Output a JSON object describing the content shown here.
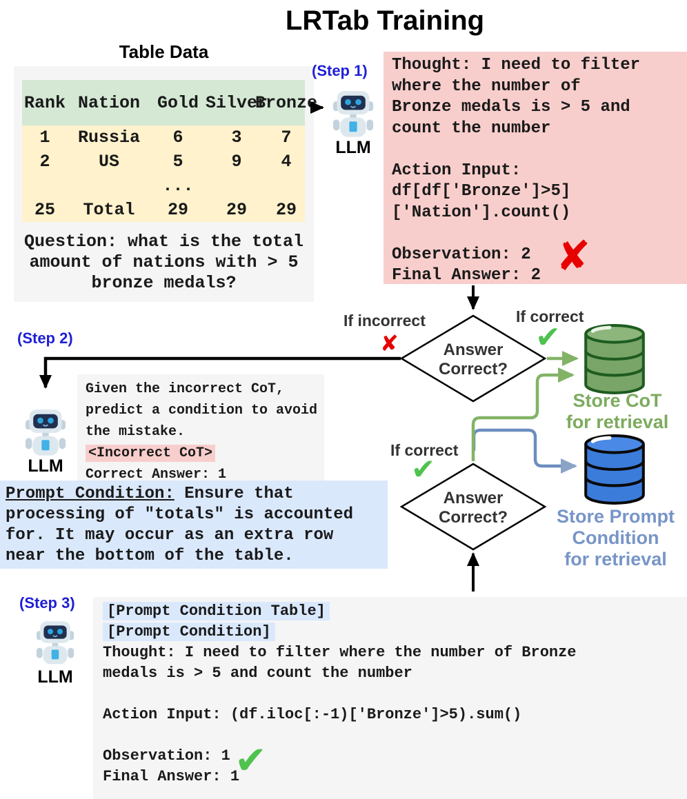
{
  "title": "LRTab Training",
  "step_labels": {
    "step1": "(Step 1)",
    "step2": "(Step 2)",
    "step3": "(Step 3)"
  },
  "llm_label": "LLM",
  "marks": {
    "cross": "✘",
    "check": "✔"
  },
  "table_panel": {
    "heading": "Table Data",
    "headers": [
      "Rank",
      "Nation",
      "Gold",
      "Silver",
      "Bronze"
    ],
    "rows": [
      [
        "1",
        "Russia",
        "6",
        "3",
        "7"
      ],
      [
        "2",
        "US",
        "5",
        "9",
        "4"
      ],
      [
        "",
        "",
        "...",
        "",
        ""
      ],
      [
        "25",
        "Total",
        "29",
        "29",
        "29"
      ]
    ],
    "question_lines": [
      "Question: what is the total",
      "amount of nations with > 5",
      "bronze medals?"
    ]
  },
  "step1_box": {
    "lines": [
      "Thought: I need to filter",
      "where the number of",
      "Bronze medals is > 5 and",
      "count the number",
      "",
      "Action Input:",
      "df[df['Bronze']>5]",
      "['Nation'].count()",
      "",
      "Observation: 2",
      "Final Answer: 2"
    ]
  },
  "decision1": {
    "line1": "Answer",
    "line2": "Correct?",
    "if_incorrect": "If incorrect",
    "if_correct": "If correct"
  },
  "decision2": {
    "line1": "Answer",
    "line2": "Correct?",
    "if_correct": "If correct"
  },
  "green_db_label_lines": [
    "Store CoT",
    "for retrieval"
  ],
  "blue_db_label_lines": [
    "Store Prompt",
    "Condition",
    "for retrieval"
  ],
  "step2_box": {
    "lines_before": [
      "Given the incorrect CoT,",
      "predict a condition to avoid",
      "the mistake."
    ],
    "highlight_line": "<Incorrect CoT>",
    "line_after": "Correct Answer: 1"
  },
  "prompt_condition_box": {
    "label": "Prompt Condition:",
    "line1_rest": " Ensure that",
    "lines": [
      "processing of \"totals\" is accounted",
      "for. It may occur as an extra row",
      "near the bottom of the table."
    ]
  },
  "step3_box": {
    "highlight_lines": [
      "[Prompt Condition Table]",
      "[Prompt Condition]"
    ],
    "lines": [
      "Thought: I need to filter where the number of Bronze",
      "medals is > 5 and count the number",
      "",
      "Action Input: (df.iloc[:-1)['Bronze']>5).sum()",
      "",
      "Observation: 1",
      "Final Answer: 1"
    ]
  },
  "colors": {
    "pink": "#f8cecc",
    "gray": "#f5f5f5",
    "green_header": "#d5e8d4",
    "yellow": "#fff2cc",
    "blue_highlight": "#dae8fc",
    "step_blue": "#1f1fd6",
    "green": "#82b366",
    "blue_line": "#6c8ebf",
    "green_text": "#7cab5e",
    "blue_text": "#7795c8",
    "red": "#e60000",
    "check_green": "#4fc24f"
  }
}
